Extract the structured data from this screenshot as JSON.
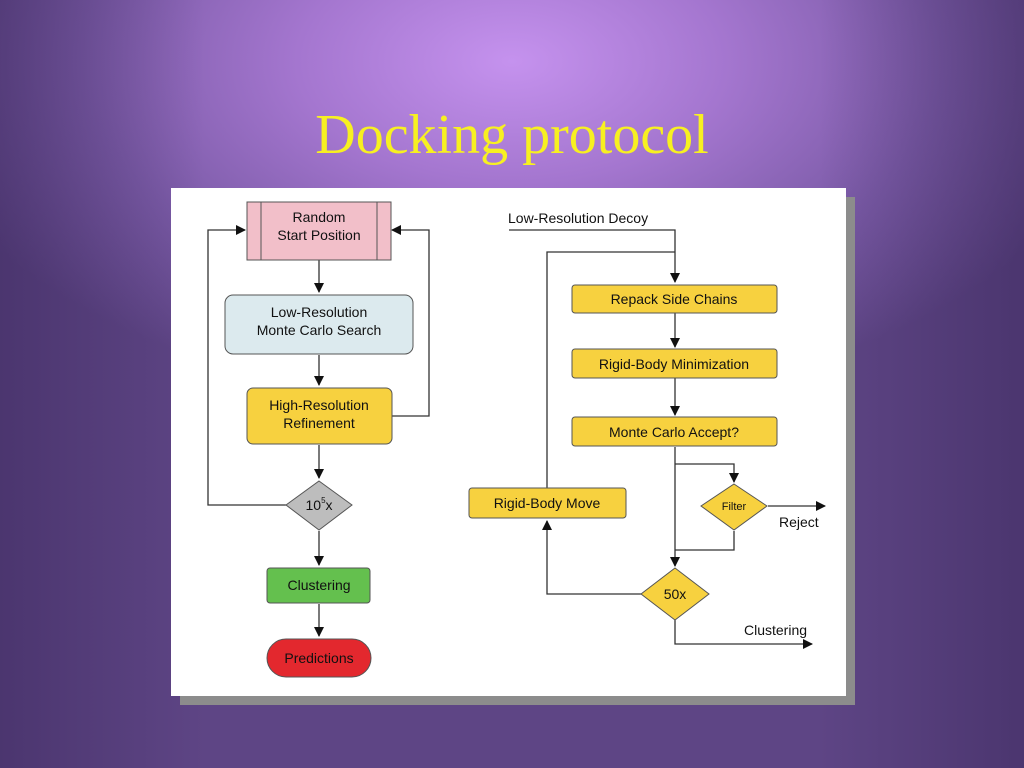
{
  "slide": {
    "title": "Docking protocol"
  },
  "left_flow": {
    "random_start": [
      "Random",
      "Start Position"
    ],
    "low_res_search": [
      "Low-Resolution",
      "Monte Carlo Search"
    ],
    "high_res_refinement": [
      "High-Resolution",
      "Refinement"
    ],
    "loop_count": {
      "base": "10",
      "exp": "5",
      "suffix": "x"
    },
    "clustering": "Clustering",
    "predictions": "Predictions"
  },
  "right_flow": {
    "input_label": "Low-Resolution Decoy",
    "repack": "Repack Side Chains",
    "minimization": "Rigid-Body Minimization",
    "mc_accept": "Monte Carlo Accept?",
    "rigid_move": "Rigid-Body Move",
    "filter": "Filter",
    "reject_label": "Reject",
    "loop_count": "50x",
    "clustering_label": "Clustering"
  },
  "colors": {
    "title": "#f7f021",
    "pink_box": "#f2bfc9",
    "blue_box": "#dceaee",
    "yellow_box": "#f7d13f",
    "gray_diamond": "#bdbdbd",
    "green_box": "#64c04e",
    "red_box": "#e3282e"
  }
}
